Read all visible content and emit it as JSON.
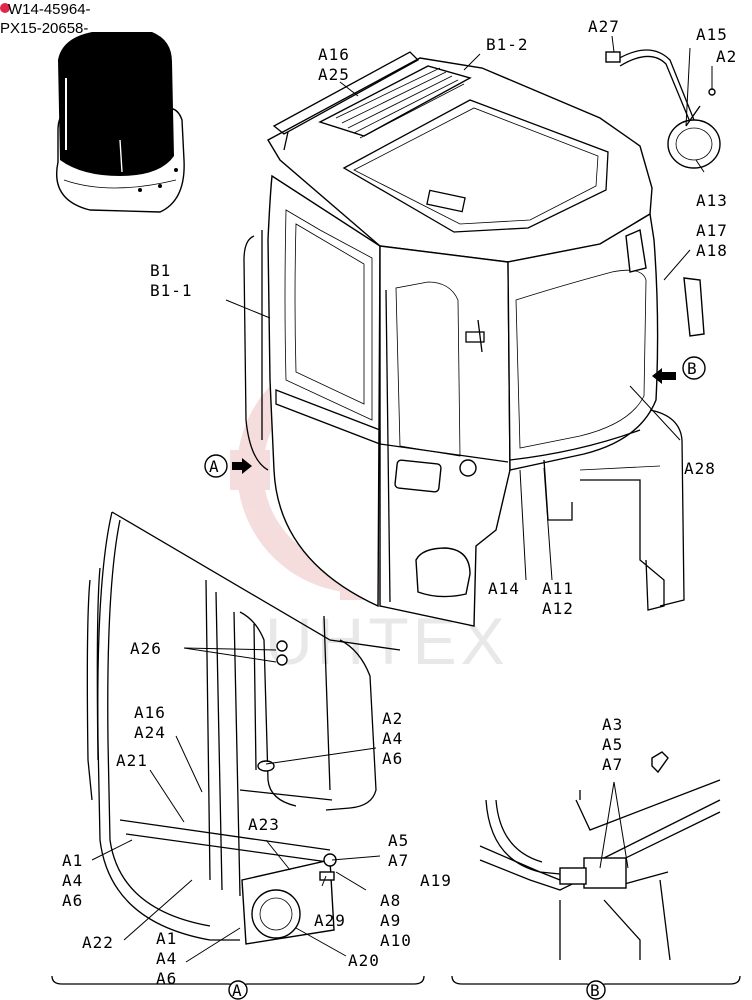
{
  "header": {
    "serial_1": "W14-45964-",
    "serial_2": "PX15-20658-"
  },
  "watermark": "UHTEX",
  "colors": {
    "line": "#000000",
    "marker": "#e0264a",
    "watermark_logo": "#f0c2c2"
  },
  "callouts": {
    "a16_a25": [
      "A16",
      "A25"
    ],
    "b1_2": "B1-2",
    "a27": "A27",
    "a15_a2": [
      "A15",
      "A2"
    ],
    "a13": "A13",
    "a17_a18": [
      "A17",
      "A18"
    ],
    "b1_b1_1": [
      "B1",
      "B1-1"
    ],
    "view_b_arrow": "B",
    "a28": "A28",
    "view_a_arrow": "A",
    "a14": "A14",
    "a11_a12": [
      "A11",
      "A12"
    ],
    "a26": "A26",
    "a16_a24": [
      "A16",
      "A24"
    ],
    "a2_a4_a6_right": [
      "A2",
      "A4",
      "A6"
    ],
    "a21": "A21",
    "a23": "A23",
    "a5_a7": [
      "A5",
      "A7"
    ],
    "a19": "A19",
    "a1_a4_a6_left": [
      "A1",
      "A4",
      "A6"
    ],
    "a8_a9_a10": [
      "A8",
      "A9",
      "A10"
    ],
    "a29": "A29",
    "a22": "A22",
    "a1_a4_a6_bottom": [
      "A1",
      "A4",
      "A6"
    ],
    "a20": "A20",
    "a3_a5_a7": [
      "A3",
      "A5",
      "A7"
    ]
  },
  "view_labels": {
    "view_a": "A",
    "view_b": "B"
  }
}
